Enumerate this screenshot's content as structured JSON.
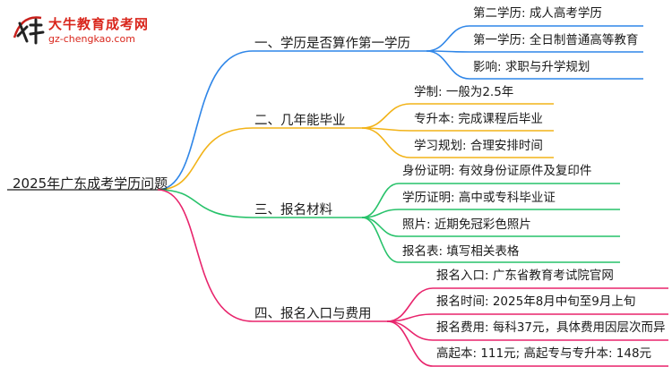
{
  "logo": {
    "title": "大牛教育成考网",
    "url": "gz-chengkao.com",
    "mark_text": "大牛"
  },
  "root": "2025年广东成考学历问题",
  "branches": [
    {
      "label": "一、学历是否算作第一学历",
      "color": "#2f86e8",
      "leaves": [
        "第二学历: 成人高考学历",
        "第一学历: 全日制普通高等教育",
        "影响: 求职与升学规划"
      ]
    },
    {
      "label": "二、几年能毕业",
      "color": "#f2b318",
      "leaves": [
        "学制: 一般为2.5年",
        "专升本: 完成课程后毕业",
        "学习规划: 合理安排时间"
      ]
    },
    {
      "label": "三、报名材料",
      "color": "#27c26a",
      "leaves": [
        "身份证明: 有效身份证原件及复印件",
        "学历证明: 高中或专科毕业证",
        "照片: 近期免冠彩色照片",
        "报名表: 填写相关表格"
      ]
    },
    {
      "label": "四、报名入口与费用",
      "color": "#e8246c",
      "leaves": [
        "报名入口: 广东省教育考试院官网",
        "报名时间: 2025年8月中旬至9月上旬",
        "报名费用: 每科37元，具体费用因层次而异",
        "高起本: 111元; 高起专与专升本: 148元"
      ]
    }
  ]
}
